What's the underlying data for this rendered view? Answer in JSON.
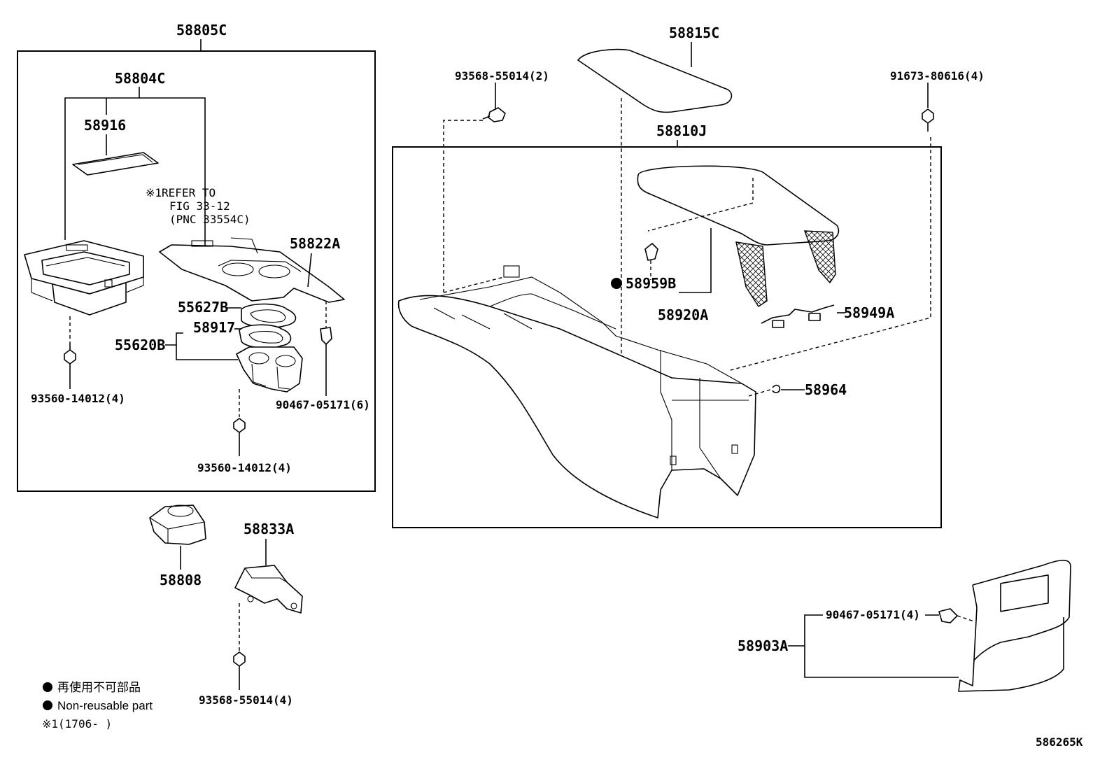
{
  "diagram": {
    "labels": {
      "p58805C": "58805C",
      "p58804C": "58804C",
      "p58916": "58916",
      "p58822A": "58822A",
      "p55627B": "55627B",
      "p58917": "58917",
      "p55620B": "55620B",
      "b93560_a": "93560-14012(4)",
      "b90467_6": "90467-05171(6)",
      "b93560_b": "93560-14012(4)",
      "p58808": "58808",
      "p58833A": "58833A",
      "b93568_4": "93568-55014(4)",
      "p58815C": "58815C",
      "b93568_2": "93568-55014(2)",
      "p58810J": "58810J",
      "b91673": "91673-80616(4)",
      "p58959B": "58959B",
      "p58920A": "58920A",
      "p58949A": "58949A",
      "p58964": "58964",
      "b90467_4": "90467-05171(4)",
      "p58903A": "58903A",
      "fig_id": "586265K"
    },
    "refer_note": {
      "line1": "※1REFER TO",
      "line2": "FIG 33-12",
      "line3": "(PNC 33554C)"
    },
    "legend": {
      "jp": "再使用不可部品",
      "en": "Non-reusable part",
      "note": "※1(1706-     )"
    }
  }
}
